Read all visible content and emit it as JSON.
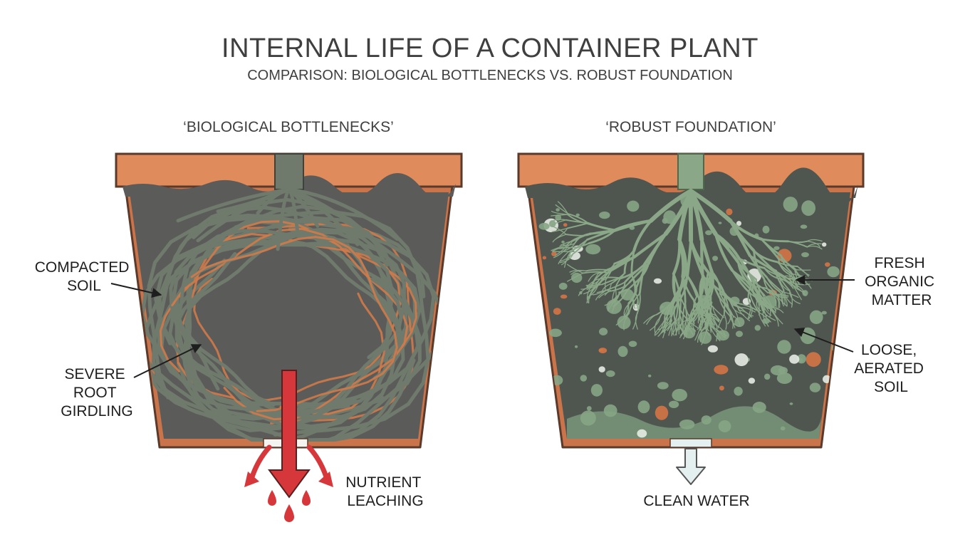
{
  "title": "INTERNAL LIFE OF A CONTAINER PLANT",
  "subtitle": "COMPARISON: BIOLOGICAL BOTTLENECKS VS. ROBUST FOUNDATION",
  "colors": {
    "text": "#3f3f3f",
    "pot_rim": "#e08b5c",
    "pot_body": "#c9744a",
    "pot_outline": "#5a3a2a",
    "compacted_soil": "#5b5b59",
    "healthy_soil": "#4f564f",
    "root_gray": "#6f7a6c",
    "root_orange": "#d07a4a",
    "root_green": "#8aa888",
    "organic_green": "#86a585",
    "organic_orange": "#d47446",
    "leach_red": "#d6373a",
    "clean_water": "#e4f0ef"
  },
  "panels": [
    {
      "heading": "‘BIOLOGICAL BOTTLENECKS’",
      "labels": {
        "compacted": [
          "COMPACTED",
          "SOIL"
        ],
        "girdling": [
          "SEVERE",
          "ROOT",
          "GIRDLING"
        ],
        "leaching": [
          "NUTRIENT",
          "LEACHING"
        ]
      },
      "icons": {
        "flow": "downward-arrow-icon",
        "drops": "water-drop-icon"
      }
    },
    {
      "heading": "‘ROBUST FOUNDATION’",
      "labels": {
        "organic": [
          "FRESH",
          "ORGANIC",
          "MATTER"
        ],
        "aerated": [
          "LOOSE,",
          "AERATED",
          "SOIL"
        ],
        "water": [
          "CLEAN WATER"
        ]
      },
      "icons": {
        "flow": "water-arrow-icon"
      }
    }
  ]
}
